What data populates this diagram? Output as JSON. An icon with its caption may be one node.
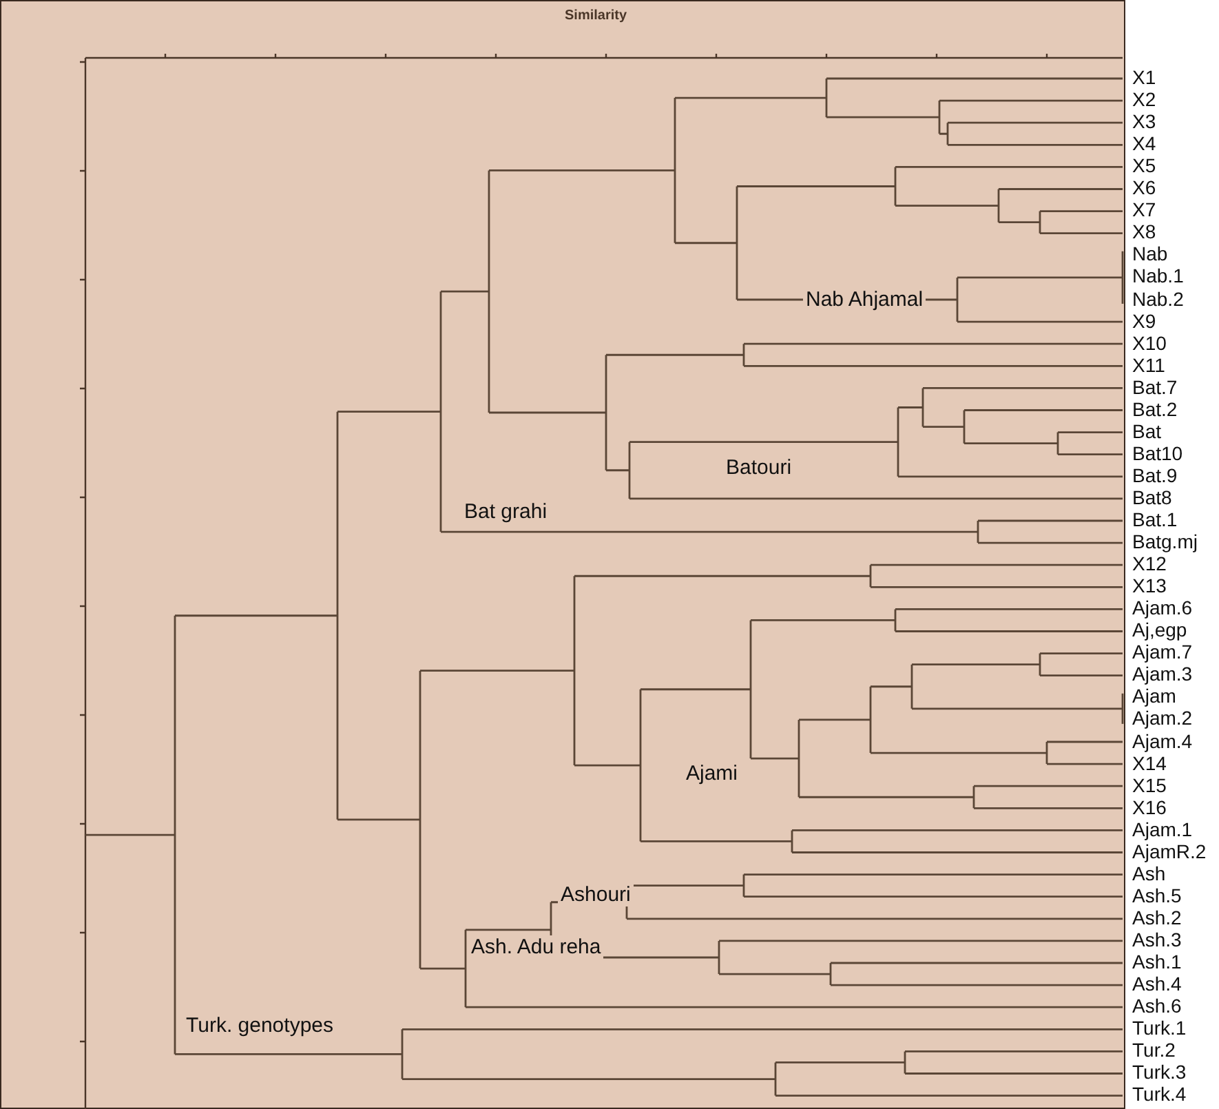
{
  "diagram": {
    "labels": [
      "Similarity",
      "X1",
      "X2",
      "X3",
      "X4",
      "X5",
      "X6",
      "X7",
      "X8",
      "Nab",
      "Nab.1",
      "Nab.2",
      "X9",
      "X10",
      "X11",
      "Bat.7",
      "Bat.2",
      "Bat",
      "Bat10",
      "Bat.9",
      "Bat8",
      "Bat.1",
      "Batg.mj",
      "X12",
      "X13",
      "Ajam.6",
      "Aj,egp",
      "Ajam.7",
      "Ajam.3",
      "Ajam",
      "Ajam.2",
      "Ajam.4",
      "X14",
      "X15",
      "X16",
      "Ajam.1",
      "AjamR.2",
      "Ash",
      "Ash.5",
      "Ash.2",
      "Ash.3",
      "Ash.1",
      "Ash.4",
      "Ash.6",
      "Turk.1",
      "Tur.2",
      "Turk.3",
      "Turk.4",
      "Nab Ahjamal",
      "Batouri",
      "Bat grahi",
      "Ajami",
      "Ashouri",
      "Ash. Adu reha",
      "Turk. genotypes"
    ]
  }
}
